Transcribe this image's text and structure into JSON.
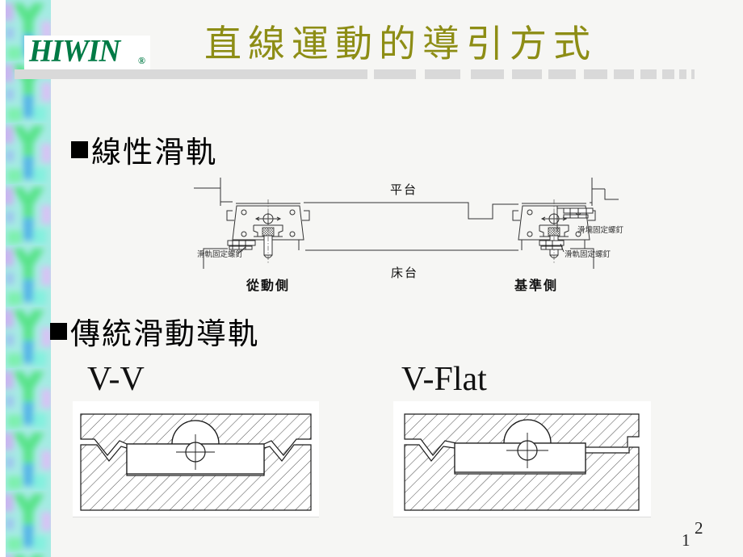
{
  "logo": {
    "name": "HIWIN",
    "registered": "®"
  },
  "header": {
    "title": "直線運動的導引方式"
  },
  "sections": [
    {
      "label": "線性滑軌"
    },
    {
      "label": "傳統滑動導軌"
    }
  ],
  "linear_guide_diagram": {
    "platform_label": "平台",
    "bed_label": "床台",
    "driven_side_label": "從動側",
    "reference_side_label": "基準側",
    "rail_screw_label_left": "滑軌固定螺釘",
    "block_screw_label_right": "滑塊固定螺釘",
    "rail_screw_label_right": "滑軌固定螺釘"
  },
  "guide_types": {
    "left": "V-V",
    "right": "V-Flat"
  },
  "page_numbers": {
    "upper": "2",
    "lower": "1"
  },
  "colors": {
    "logo_green": "#007a45",
    "title_olive": "#8d8d15",
    "bar_gray": "#d9d9d9",
    "sidebar_cyan": "#a5ebe3",
    "sidebar_green": "#59e389",
    "sidebar_lavender": "#c9b6f0"
  }
}
